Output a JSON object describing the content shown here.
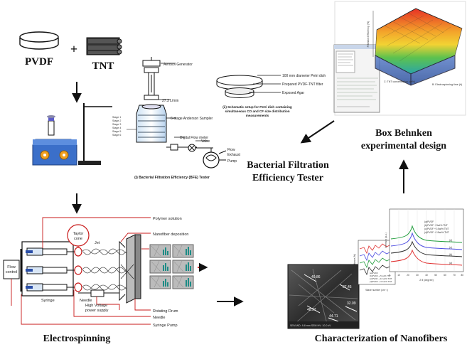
{
  "materials": {
    "pvdf": "PVDF",
    "plus": "+",
    "tnt": "TNT"
  },
  "bfe": {
    "title": "Bacterial Filtration\nEfficiency Tester",
    "title_line1": "Bacterial Filtration",
    "title_line2": "Efficiency Tester",
    "aerosol_generator": "Aerosol Generator",
    "flow_rate": "27.3 L/min",
    "sampler": "6-stage Anderson Sampler",
    "digital_flow_meter": "Digital Flow meter",
    "valve": "Valve",
    "flow_exhaust_line1": "Flow",
    "flow_exhaust_line2": "Exhaust",
    "pump": "Pump",
    "caption": "(i) Bacterial Filtration Efficiency (BFE) Tester",
    "petri_dish": "100 mm diameter Petri dish",
    "prepared_filter": "Prepared PVDF-TNT filter",
    "exposed_agar": "Exposed Agar",
    "petri_caption_line1": "(ii) Schematic setup for Petri dish containing",
    "petri_caption_line2": "simultaneous CO and CF size distribution",
    "petri_caption_line3": "measurements",
    "stage_labels": [
      "Stage 1",
      "Stage 2",
      "Stage 3",
      "Stage 4",
      "Stage 5",
      "Stage 6"
    ]
  },
  "box_behnken": {
    "title_line1": "Box Behnken",
    "title_line2": "experimental design",
    "x_axis": "B: Electrospinning time (h)",
    "y_axis": "C: TNT concentration (wt%)",
    "z_axis": "Filtration Efficiency (%)",
    "colors": {
      "top": "#e8322a",
      "mid": "#f2d233",
      "low": "#3fbf5a",
      "base": "#2f6fd6"
    }
  },
  "electrospinning": {
    "title": "Electrospinning",
    "polymer_solution": "Polymer solution",
    "taylor_cone_line1": "Taylor",
    "taylor_cone_line2": "cone",
    "jet": "Jet",
    "nanofiber_deposition": "Nanofiber deposition",
    "flow_control_line1": "Flow",
    "flow_control_line2": "control",
    "syringe": "Syringe",
    "needle": "Needle",
    "high_voltage_line1": "High Voltage",
    "high_voltage_line2": "power supply",
    "rotating_drum": "Rotating Drum",
    "syringe_pump": "Syringe Pump"
  },
  "characterization": {
    "title": "Characterization of Nanofibers",
    "sem_labels": [
      "49.86",
      "37.45",
      "48.97",
      "44.71",
      "32.09"
    ],
    "sem_footer": "SEM  WD: 9.8 mm  SEM HV: 10.0 kV",
    "xrd": {
      "ylabel": "Intensity (a.u.)",
      "xlabel": "2 θ (degree)",
      "legend": [
        "(a)PVDF",
        "(b)PVDF + 5wt% TNT",
        "(c)PVDF + 10wt% TNT",
        "(d)PVDF + 15wt% TNT"
      ],
      "curve_labels": [
        "(d)",
        "(c)",
        "(b)",
        "(a)"
      ],
      "xticks": [
        "0",
        "10",
        "20",
        "30",
        "40",
        "50",
        "60",
        "70",
        "80"
      ],
      "colors": [
        "#1e9c3a",
        "#4a4ae0",
        "#2b2b2b",
        "#e03030"
      ]
    },
    "ftir": {
      "ylabel": "Transmittance (%)",
      "xlabel": "Wave number (cm⁻¹)",
      "legend": [
        "(a)PVDF",
        "(b)PVDF + 5 wt% TNT",
        "(c)PVDF + 10 wt% TNT",
        "(d)PVDF + 15 wt% TNT"
      ],
      "colors": [
        "#e03030",
        "#4a4ae0",
        "#1e9c3a",
        "#2b2b2b"
      ]
    }
  }
}
